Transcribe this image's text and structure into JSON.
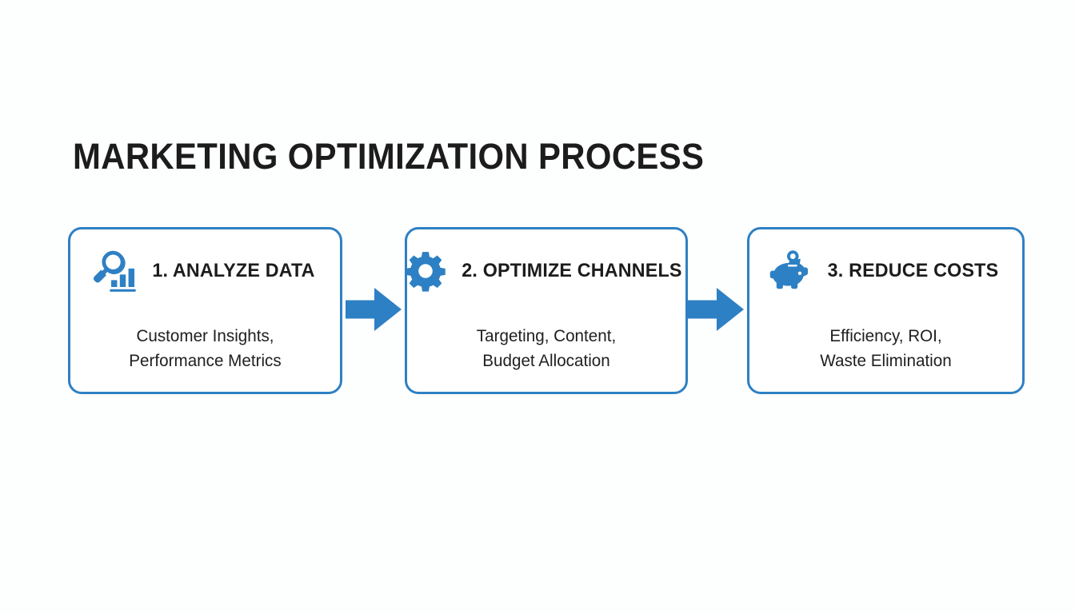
{
  "page": {
    "title": "MARKETING OPTIMIZATION PROCESS",
    "background_color": "#fdfefe",
    "accent_color": "#2e80c4",
    "text_color": "#1c1c1c"
  },
  "diagram": {
    "type": "horizontal-process-flow",
    "steps": [
      {
        "number": "1",
        "icon": "magnifier-bar-chart-icon",
        "title": "1. ANALYZE DATA",
        "body_lines": [
          "Customer Insights,",
          "Performance Metrics"
        ]
      },
      {
        "number": "2",
        "icon": "gear-icon",
        "title": "2. OPTIMIZE CHANNELS",
        "body_lines": [
          "Targeting, Content,",
          "Budget Allocation"
        ]
      },
      {
        "number": "3",
        "icon": "piggy-bank-icon",
        "title": "3. REDUCE COSTS",
        "body_lines": [
          "Efficiency, ROI,",
          "Waste Elimination"
        ]
      }
    ],
    "connectors": [
      {
        "name": "arrow-step1-to-step2",
        "direction": "right"
      },
      {
        "name": "arrow-step2-to-step3",
        "direction": "right"
      }
    ]
  }
}
